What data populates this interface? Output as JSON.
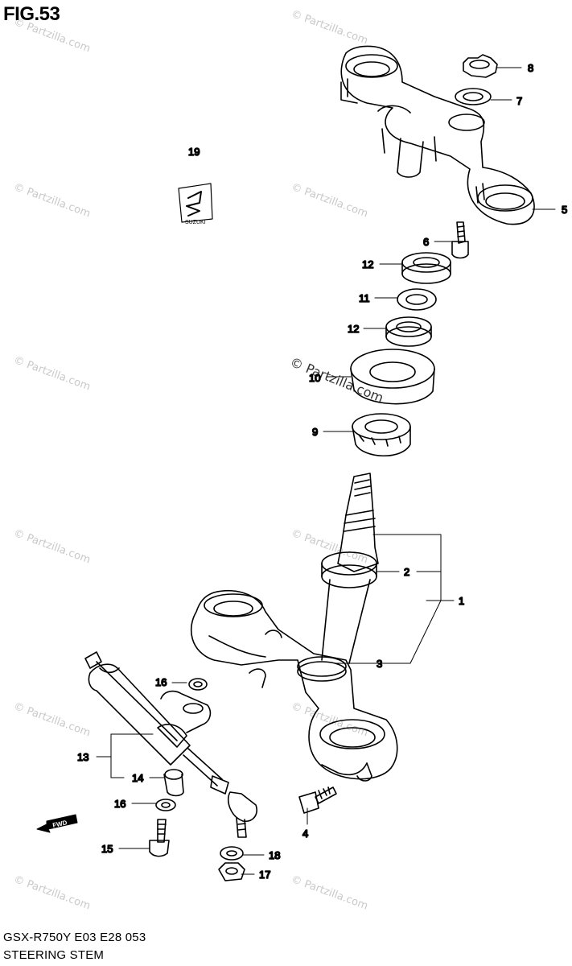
{
  "figure": {
    "title": "FIG.53",
    "model_line": "GSX-R750Y E03 E28  053",
    "name": "STEERING STEM"
  },
  "watermark": {
    "text": "© Partzilla.com",
    "main_text": "© Partzilla.com"
  },
  "logo": {
    "text": "SUZUKI"
  },
  "direction_arrow": {
    "text": "FWD"
  },
  "callouts": {
    "c1": "1",
    "c2": "2",
    "c3": "3",
    "c4": "4",
    "c5": "5",
    "c6": "6",
    "c7": "7",
    "c8": "8",
    "c9": "9",
    "c10": "10",
    "c11": "11",
    "c12a": "12",
    "c12b": "12",
    "c13": "13",
    "c14": "14",
    "c15": "15",
    "c16a": "16",
    "c16b": "16",
    "c17": "17",
    "c18": "18",
    "c19": "19"
  }
}
